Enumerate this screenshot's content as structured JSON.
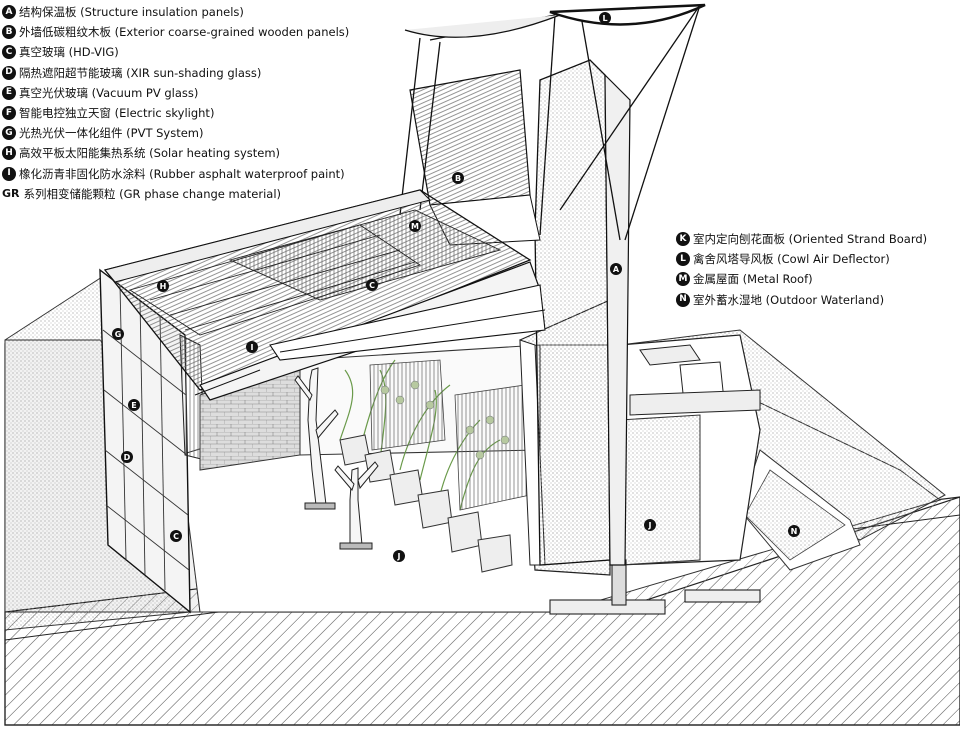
{
  "legend_left": [
    {
      "letter": "A",
      "text": "结构保温板 (Structure insulation panels)"
    },
    {
      "letter": "B",
      "text": "外墙低碳粗纹木板 (Exterior coarse-grained wooden panels)"
    },
    {
      "letter": "C",
      "text": "真空玻璃 (HD-VIG)"
    },
    {
      "letter": "D",
      "text": "隔热遮阳超节能玻璃 (XIR sun-shading glass)"
    },
    {
      "letter": "E",
      "text": "真空光伏玻璃 (Vacuum PV glass)"
    },
    {
      "letter": "F",
      "text": "智能电控独立天窗 (Electric skylight)"
    },
    {
      "letter": "G",
      "text": "光热光伏一体化组件 (PVT System)"
    },
    {
      "letter": "H",
      "text": "高效平板太阳能集热系统 (Solar heating system)"
    },
    {
      "letter": "I",
      "text": "橡化沥青非固化防水涂料 (Rubber asphalt waterproof paint)"
    },
    {
      "letter": "GR",
      "text": "系列相变储能颗粒 (GR phase change material)"
    }
  ],
  "legend_right": [
    {
      "letter": "K",
      "text": "室内定向刨花面板 (Oriented Strand Board)"
    },
    {
      "letter": "L",
      "text": "禽舍风塔导风板 (Cowl Air Deflector)"
    },
    {
      "letter": "M",
      "text": "金属屋面 (Metal Roof)"
    },
    {
      "letter": "N",
      "text": "室外蓄水湿地 (Outdoor Waterland)"
    }
  ],
  "diagram_labels": {
    "L": "L",
    "B": "B",
    "M": "M",
    "C": "C",
    "H": "H",
    "I": "I",
    "G": "G",
    "E": "E",
    "D": "D",
    "A": "A",
    "J_floor": "J",
    "J_wall": "J",
    "N": "N",
    "C2": "C"
  }
}
